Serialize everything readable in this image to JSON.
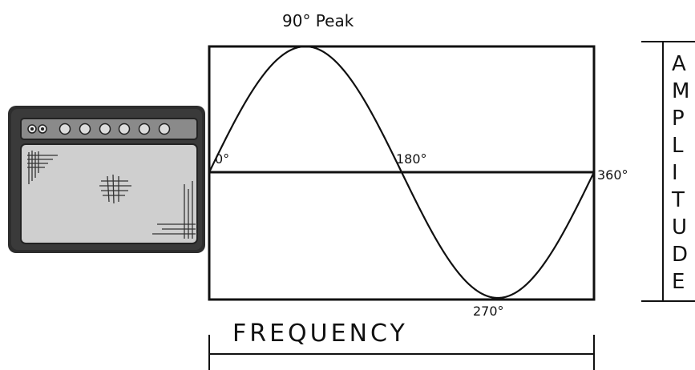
{
  "labels": {
    "peak": "90° Peak",
    "zero": "0°",
    "half": "180°",
    "full": "360°",
    "trough": "270°",
    "frequency": "FREQUENCY",
    "amplitude_letters": [
      "A",
      "M",
      "P",
      "L",
      "I",
      "T",
      "U",
      "D",
      "E"
    ]
  },
  "colors": {
    "ink": "#111111",
    "amp_body": "#3a3a3a",
    "amp_grille": "#cfcfcf",
    "amp_panel": "#8a8a8a"
  },
  "icons": {
    "amplifier": "guitar-amplifier-icon"
  }
}
